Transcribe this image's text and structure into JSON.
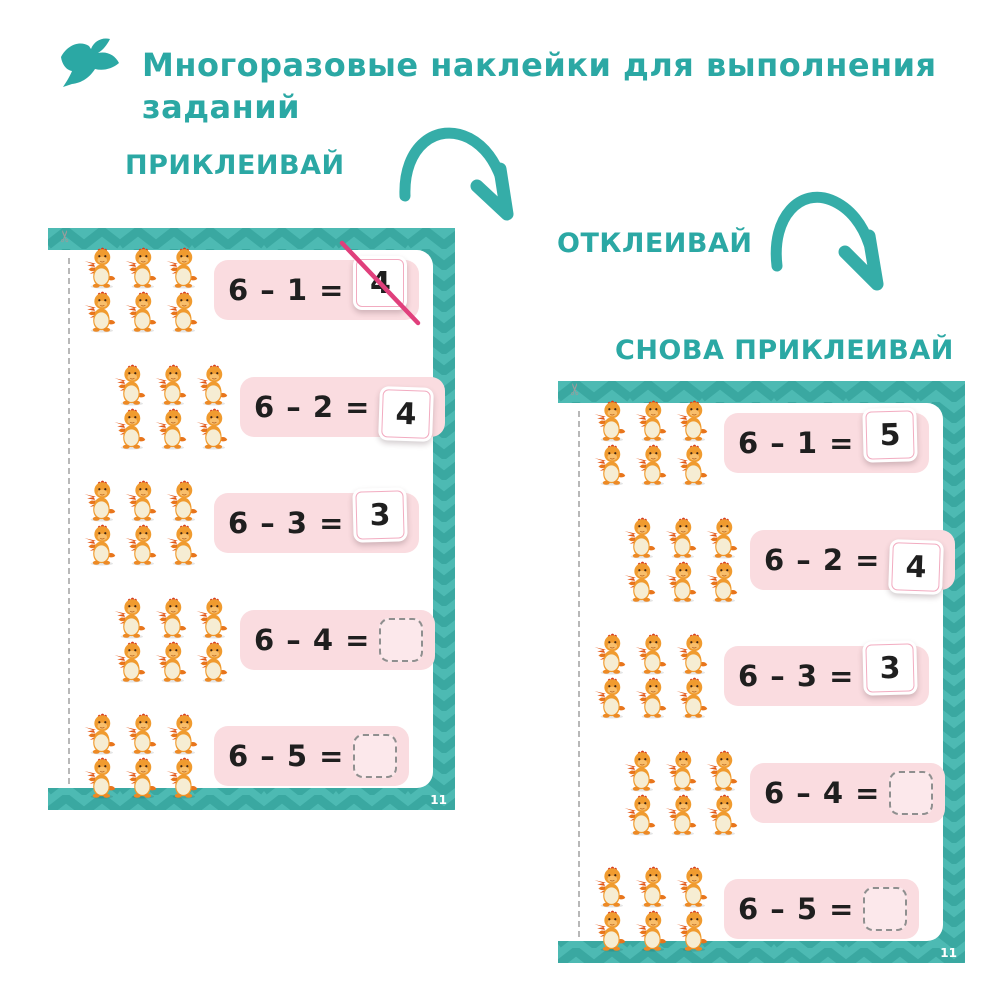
{
  "header": {
    "title_line1": "Многоразовые наклейки для выполнения",
    "title_line2": "заданий"
  },
  "steps": {
    "step1": "ПРИКЛЕИВАЙ",
    "step2": "ОТКЛЕИВАЙ",
    "step3": "СНОВА ПРИКЛЕИВАЙ"
  },
  "icons": {
    "bird": "flying-bird-silhouette",
    "scissors_glyph": "✂",
    "arrow": "curved-brush-arrow-down-right",
    "dragon": "orange-toy-dragon"
  },
  "colors": {
    "teal_text": "#2BA8A4",
    "chevron_light": "#4DBAB3",
    "chevron_dark": "#3AA8A1",
    "pink_box": "#FADCE0",
    "sticker_border": "#F2ABC0",
    "cross_line": "#E0407C",
    "dragon_orange": "#F09B2F",
    "page_white": "#FFFFFF"
  },
  "pages": [
    {
      "name": "worksheet-page-stick",
      "page_number": "11",
      "rows": [
        {
          "expression": "6 – 1 =",
          "answer": "4",
          "answer_state": "crossed-out",
          "dragons": 6,
          "indent": false
        },
        {
          "expression": "6 – 2 =",
          "answer": "4",
          "answer_state": "stuck",
          "dragons": 6,
          "indent": true
        },
        {
          "expression": "6 – 3 =",
          "answer": "3",
          "answer_state": "stuck",
          "dragons": 6,
          "indent": false
        },
        {
          "expression": "6 – 4 =",
          "answer": "",
          "answer_state": "empty",
          "dragons": 6,
          "indent": true
        },
        {
          "expression": "6 – 5 =",
          "answer": "",
          "answer_state": "empty",
          "dragons": 6,
          "indent": false
        }
      ]
    },
    {
      "name": "worksheet-page-restick",
      "page_number": "11",
      "rows": [
        {
          "expression": "6 – 1 =",
          "answer": "5",
          "answer_state": "stuck",
          "dragons": 6,
          "indent": false
        },
        {
          "expression": "6 – 2 =",
          "answer": "4",
          "answer_state": "stuck",
          "dragons": 6,
          "indent": true
        },
        {
          "expression": "6 – 3 =",
          "answer": "3",
          "answer_state": "stuck",
          "dragons": 6,
          "indent": false
        },
        {
          "expression": "6 – 4 =",
          "answer": "",
          "answer_state": "empty",
          "dragons": 6,
          "indent": true
        },
        {
          "expression": "6 – 5 =",
          "answer": "",
          "answer_state": "empty",
          "dragons": 6,
          "indent": false
        }
      ]
    }
  ]
}
